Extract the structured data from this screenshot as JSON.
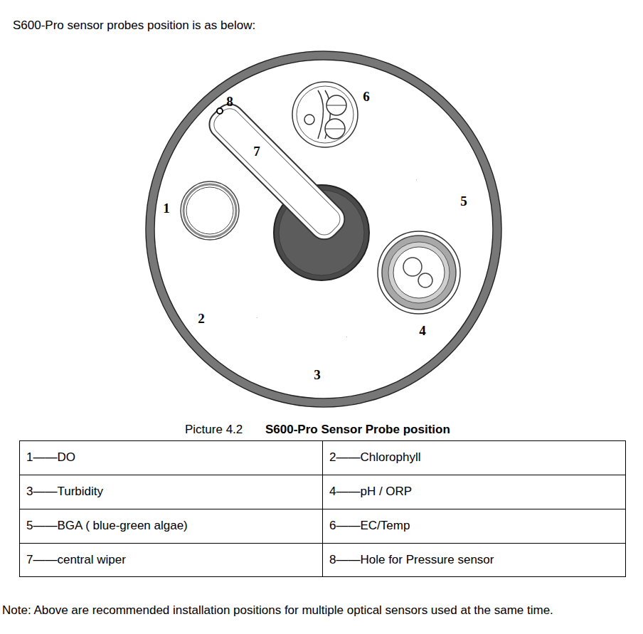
{
  "diagram": {
    "title": "S600-Pro sensor probes position is as below:",
    "caption": "S600-Pro Sensor Probe position",
    "labels": [
      "8",
      "6",
      "7",
      "1",
      "5",
      "2",
      "4",
      "3",
      "Picture 4.2",
      "1——DO",
      "2——Chlorophyll",
      "3——Turbidity",
      "4——pH / ORP",
      "5——BGA ( blue-green algae)",
      "6——EC/Temp",
      "7——central wiper",
      "8——Hole for Pressure sensor",
      "Note: Above are recommended installation positions for multiple optical sensors used at the same time."
    ]
  }
}
